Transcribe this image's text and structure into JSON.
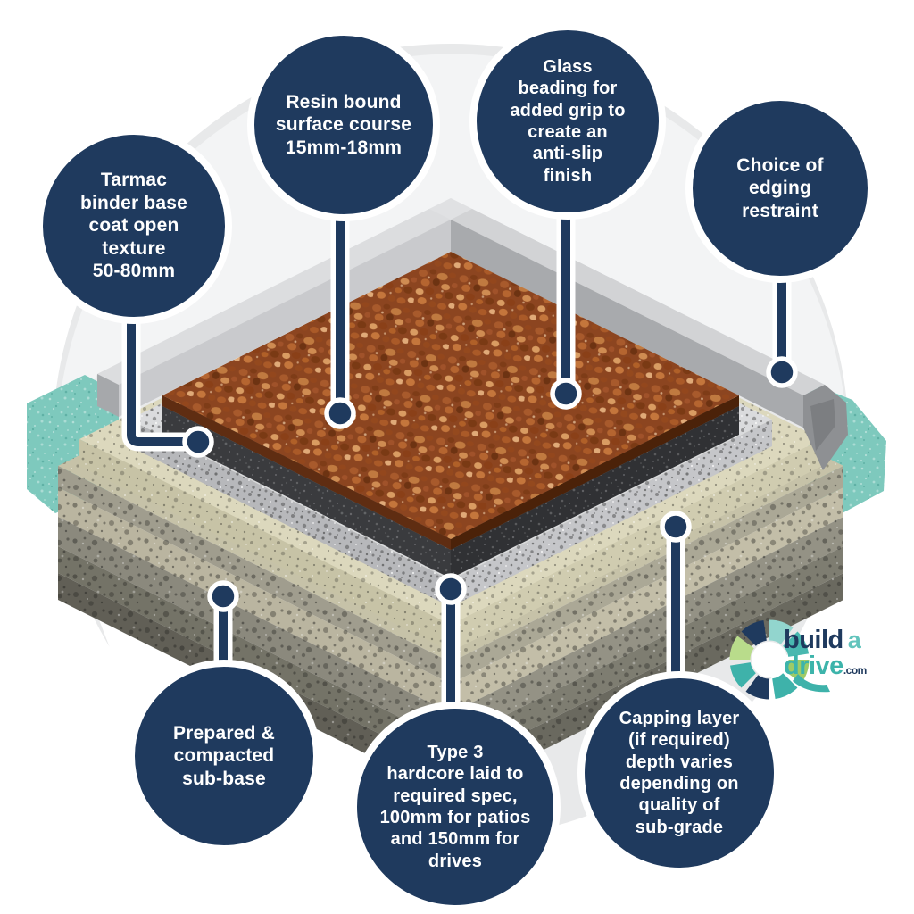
{
  "title": "Resin bound driveway construction layers infographic",
  "colors": {
    "navy": "#1f3a5e",
    "white": "#ffffff",
    "background_circle": "#e8e9ea",
    "resin_surface": "#8c4520",
    "tarmac": "#3f4043",
    "grit_layer": "#dadbdd",
    "capping_beige": "#dcd8bd",
    "sub_base": "#a09d8e",
    "kerb_gray": "#c9cacd",
    "haunch_teal": "#7ec9bd",
    "logo_teal": "#3db4ab",
    "logo_green": "#9ecb66",
    "logo_light_green": "#b9dc8b",
    "logo_light_teal": "#92d5ce"
  },
  "callouts": [
    {
      "id": "tarmac-binder",
      "label": "Tarmac\nbinder base\ncoat open\ntexture\n50-80mm"
    },
    {
      "id": "resin-surface",
      "label": "Resin bound\nsurface course\n15mm-18mm"
    },
    {
      "id": "glass-beading",
      "label": "Glass\nbeading for\nadded grip to\ncreate an\nanti-slip\nfinish"
    },
    {
      "id": "edging-restraint",
      "label": "Choice of\nedging\nrestraint"
    },
    {
      "id": "sub-base",
      "label": "Prepared &\ncompacted\nsub-base"
    },
    {
      "id": "type3-hardcore",
      "label": "Type 3\nhardcore laid to\nrequired spec,\n100mm for patios\nand 150mm for\ndrives"
    },
    {
      "id": "capping-layer",
      "label": "Capping layer\n(if required)\ndepth varies\ndepending on\nquality of\nsub-grade"
    }
  ],
  "logo": {
    "build": "build",
    "a": "a",
    "drive": "drive",
    "tld": ".com"
  }
}
